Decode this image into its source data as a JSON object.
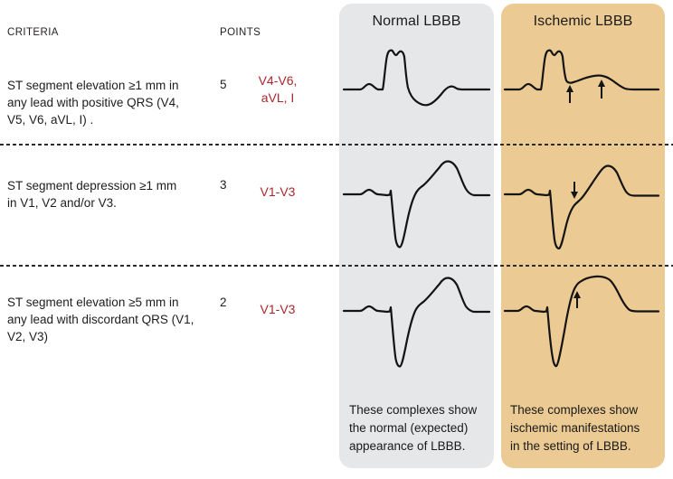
{
  "table": {
    "criteria_header": "CRITERIA",
    "points_header": "POINTS",
    "rows": [
      {
        "criteria": "ST segment elevation ≥1 mm in\nany lead with positive QRS (V4,\nV5, V6, aVL, I) .",
        "points": "5",
        "leads": "V4-V6,\naVL, I",
        "ischemic_arrows": "up, up"
      },
      {
        "criteria": "ST segment depression ≥1 mm\nin V1, V2 and/or V3.",
        "points": "3",
        "leads": "V1-V3",
        "ischemic_arrows": "down"
      },
      {
        "criteria": "ST segment elevation ≥5 mm in\nany lead with discordant QRS (V1,\nV2, V3)",
        "points": "2",
        "leads": "V1-V3",
        "ischemic_arrows": "up"
      }
    ]
  },
  "columns": {
    "normal": {
      "title": "Normal LBBB",
      "caption": "These complexes show\nthe normal (expected)\nappearance of LBBB."
    },
    "ischemic": {
      "title": "Ischemic LBBB",
      "caption": "These complexes show\nischemic manifestations\nin the setting of LBBB."
    }
  },
  "colors": {
    "normal_bg": "#e6e7e9",
    "ischemic_bg": "#ecca93",
    "lead_label_red": "#a9282e",
    "trace_black": "#141414"
  }
}
